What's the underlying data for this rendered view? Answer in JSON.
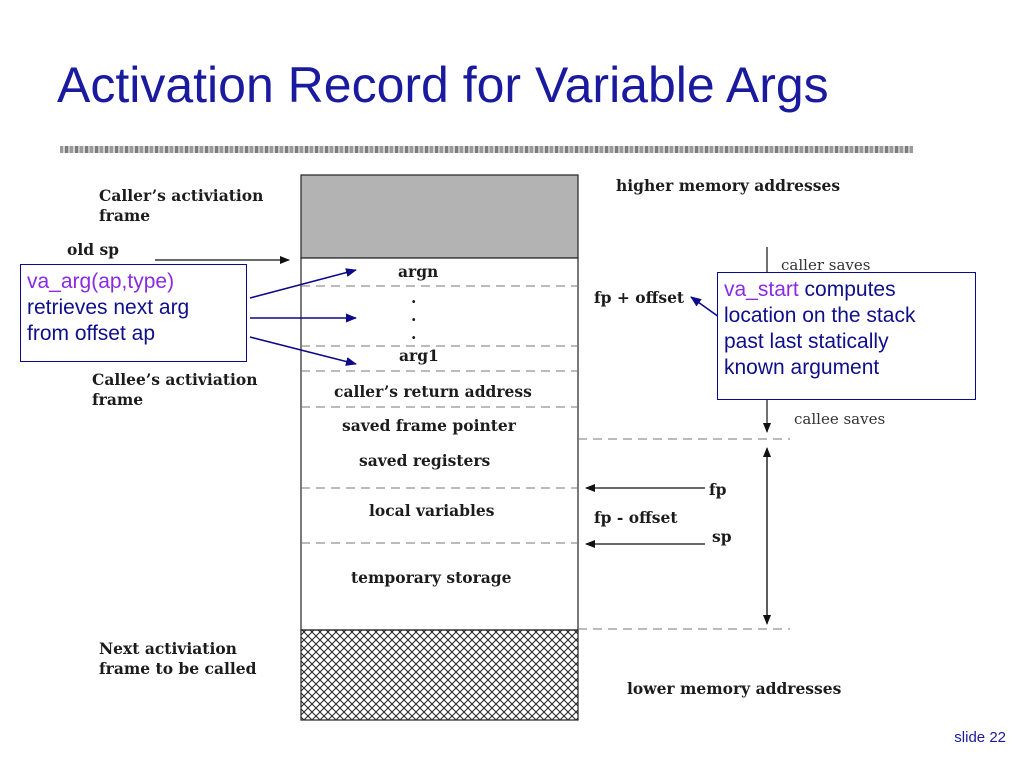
{
  "title": "Activation Record for Variable Args",
  "diagram": {
    "left_labels": {
      "caller_frame": [
        "Caller’s activiation",
        "frame"
      ],
      "old_sp": "old sp",
      "callee_frame": [
        "Callee’s activiation",
        "frame"
      ],
      "next_frame": [
        "Next activiation",
        "frame to be called"
      ]
    },
    "stack_cells": [
      "argn",
      ".",
      ".",
      ".",
      "arg1",
      "caller’s return address",
      "saved frame pointer",
      "saved registers",
      "local variables",
      "temporary storage"
    ],
    "right_labels": {
      "higher": "higher memory addresses",
      "fp_plus": "fp + offset",
      "caller_saves": "caller saves",
      "callee_saves": "callee saves",
      "fp": "fp",
      "fp_minus": "fp - offset",
      "sp": "sp",
      "lower": "lower memory addresses"
    }
  },
  "callouts": {
    "va_arg": {
      "lines": [
        "va_arg(ap,type)",
        "retrieves next arg",
        "from offset ap"
      ]
    },
    "va_start": {
      "keyword": "va_start",
      "rest_first": " computes",
      "lines": [
        "location on the stack",
        "past last statically",
        "known argument"
      ]
    }
  },
  "colors": {
    "title": "#1a1a9e",
    "callout_text": "#0f0f8a",
    "callout_keyword": "#8a2be2",
    "caller_fill": "#b3b3b3"
  },
  "slide_number": "slide 22"
}
